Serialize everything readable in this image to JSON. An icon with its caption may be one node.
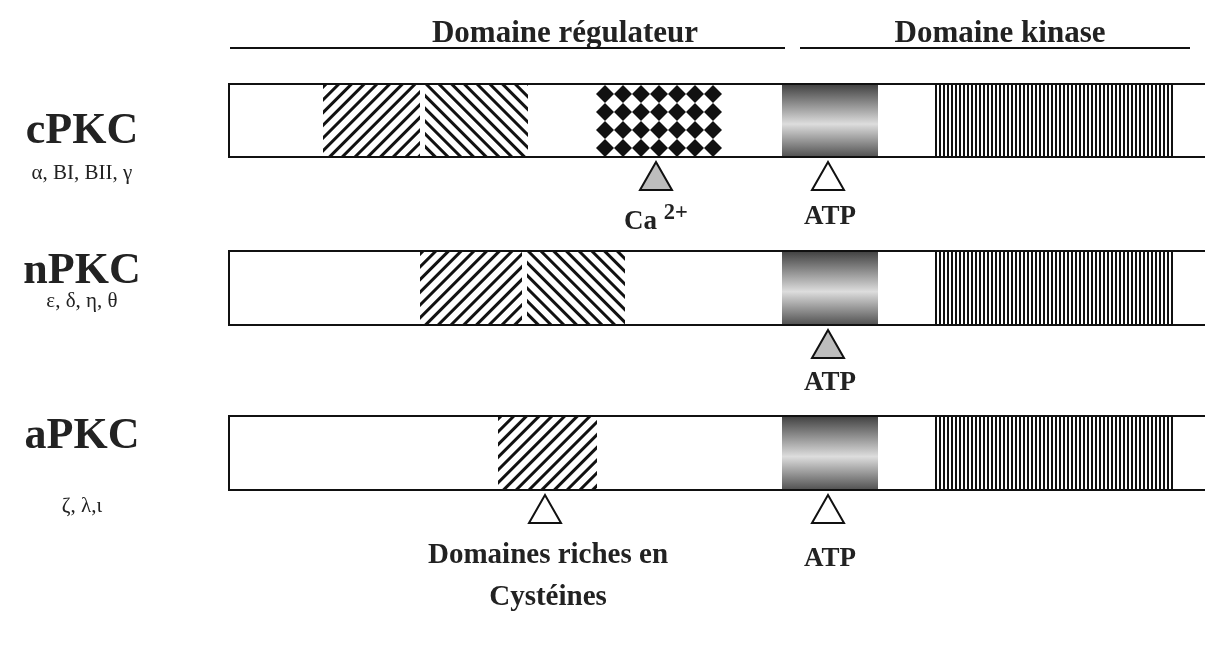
{
  "diagram": {
    "nodes": [
      {
        "text": [],
        "shape": "bar",
        "beside": [
          "cPKC",
          "α, BI, BII, γ"
        ]
      },
      {
        "text": [],
        "shape": "box",
        "in": 0
      },
      {
        "text": [],
        "shape": "box",
        "in": 0
      },
      {
        "text": [],
        "shape": "box",
        "in": 0
      },
      {
        "text": [],
        "shape": "box",
        "in": 0
      },
      {
        "text": [],
        "shape": "box",
        "in": 0
      },
      {
        "text": [],
        "shape": "bar",
        "beside": [
          "nPKC",
          "ε, δ, η, θ"
        ]
      },
      {
        "text": [],
        "shape": "box",
        "in": 6
      },
      {
        "text": [],
        "shape": "box",
        "in": 6
      },
      {
        "text": [],
        "shape": "box",
        "in": 6
      },
      {
        "text": [],
        "shape": "box",
        "in": 6
      },
      {
        "text": [],
        "shape": "bar",
        "beside": [
          "aPKC",
          "ζ, λ,ι"
        ]
      },
      {
        "text": [],
        "shape": "box",
        "in": 11
      },
      {
        "text": [],
        "shape": "box",
        "in": 11
      },
      {
        "text": [],
        "shape": "box",
        "in": 11
      }
    ],
    "labels": [
      "Domaine régulateur",
      "Domaine kinase",
      "Ca $^{2+}$",
      "ATP",
      "ATP",
      "Domaines riches en Cystéines",
      "ATP"
    ]
  }
}
